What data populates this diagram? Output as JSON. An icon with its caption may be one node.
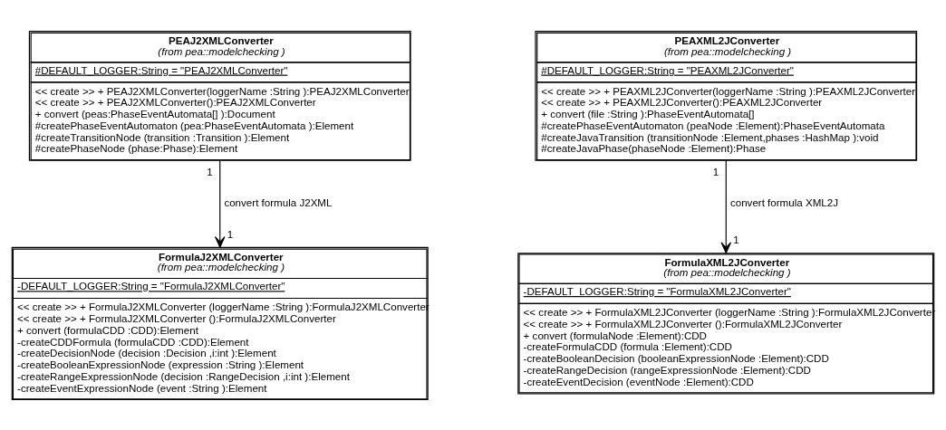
{
  "diagram": {
    "nodes": [
      {
        "text": [
          "PEAJ2XMLConverter",
          "(from pea::modelchecking )",
          "#DEFAULT_LOGGER:String = \"PEAJ2XMLConverter\"",
          "<< create >> + PEAJ2XMLConverter(loggerName :String ):PEAJ2XMLConverter",
          "<< create >> + PEAJ2XMLConverter():PEAJ2XMLConverter",
          "+ convert (peas:PhaseEventAutomata[] ):*Document*",
          "#createPhaseEventAutomaton (pea:PhaseEventAutomata ):*Element*",
          "#createTransitionNode (transition :Transition ):*Element*",
          "#createPhaseNode (phase:Phase):*Element*"
        ]
      },
      {
        "text": [
          "PEAXML2JConverter",
          "(from pea::modelchecking )",
          "#DEFAULT_LOGGER:String = \"PEAXML2JConverter\"",
          "<< create >> + PEAXML2JConverter(loggerName :String ):PEAXML2JConverter",
          "<< create >> + PEAXML2JConverter():PEAXML2JConverter",
          "+ convert (file :String ):PhaseEventAutomata[]",
          "#createPhaseEventAutomaton (peaNode :*Element*):PhaseEventAutomata",
          "#createJavaTransition (transitionNode :*Element*,phases :HashMap ):void",
          "#createJavaPhase(phaseNode :*Element*):Phase"
        ]
      },
      {
        "text": [
          "FormulaJ2XMLConverter",
          "(from pea::modelchecking )",
          "-DEFAULT_LOGGER:String = \"FormulaJ2XMLConverter\"",
          "<< create >> + FormulaJ2XMLConverter (loggerName :String ):FormulaJ2XMLConverter",
          "<< create >> + FormulaJ2XMLConverter ():FormulaJ2XMLConverter",
          "+ convert (formulaCDD :CDD):*Element*",
          "-createCDDFormula (formulaCDD :CDD):*Element*",
          "-createDecisionNode (decision :Decision ,i:int ):*Element*",
          "-createBooleanExpressionNode (expression :String ):*Element*",
          "-createRangeExpressionNode (decision :RangeDecision ,i:int ):*Element*",
          "-createEventExpressionNode (event :String ):*Element*"
        ]
      },
      {
        "text": [
          "FormulaXML2JConverter",
          "(from pea::modelchecking )",
          "-DEFAULT_LOGGER:String = \"FormulaXML2JConverter\"",
          "<< create >> + FormulaXML2JConverter (loggerName :String ):FormulaXML2JConverter",
          "<< create >> + FormulaXML2JConverter ():FormulaXML2JConverter",
          "+ convert (formulaNode :*Element*):CDD",
          "-createFormulaCDD (formula :*Element*):CDD",
          "-createBooleanDecision (booleanExpressionNode :*Element*):CDD",
          "-createRangeDecision (rangeExpressionNode :*Element*):CDD",
          "-createEventDecision (eventNode :*Element*):CDD"
        ]
      }
    ],
    "edges": [
      {
        "from": 0,
        "to": 2,
        "arrow": "to",
        "label": "convert formula J2XML"
      },
      {
        "from": 1,
        "to": 3,
        "arrow": "to",
        "label": "convert formula XML2J"
      }
    ],
    "labels": [
      "1",
      "1",
      "1",
      "1"
    ]
  }
}
